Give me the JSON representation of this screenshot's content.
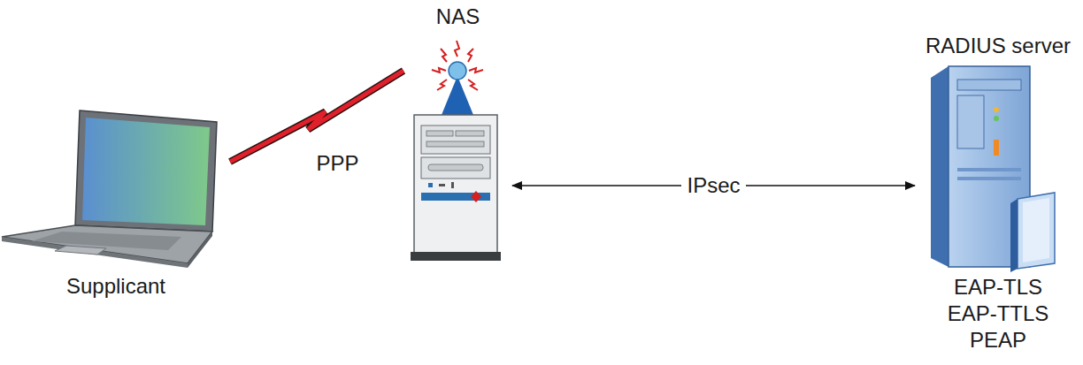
{
  "diagram": {
    "nodes": [
      {
        "text": [
          "Supplicant"
        ]
      },
      {
        "text": [
          "NAS"
        ]
      },
      {
        "text": [
          "RADIUS server",
          "EAP-TLS",
          "EAP-TTLS",
          "PEAP"
        ]
      }
    ],
    "edges": [
      {
        "from": 0,
        "to": 1,
        "label": "PPP",
        "arrow": "none"
      },
      {
        "from": 1,
        "to": 2,
        "label": "IPsec",
        "arrow": "both"
      }
    ]
  }
}
